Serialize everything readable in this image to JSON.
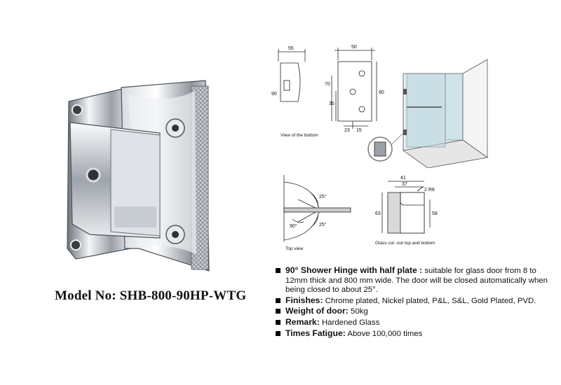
{
  "model": {
    "text": "Model No: SHB-800-90HP-WTG"
  },
  "dims": {
    "w55": "55",
    "w50": "50",
    "h90a": "90",
    "h70": "70",
    "h35": "35",
    "h90b": "90",
    "w23": "23",
    "w15": "15",
    "caption": "View of the bottom"
  },
  "topview": {
    "a25top": "25°",
    "a90": "90°",
    "a25bot": "25°",
    "caption": "Top view"
  },
  "cutout": {
    "w41": "41",
    "w37": "37",
    "r8": "2 R8",
    "h63": "63",
    "h58": "58",
    "caption": "Glass cut -out top and bottom"
  },
  "specs": [
    {
      "label": "90° Shower Hinge with half plate :",
      "text": "suitable for glass door from 8 to 12mm thick and  800 mm wide. The door will be closed automatically when being closed to about 25°."
    },
    {
      "label": "Finishes:",
      "text": "Chrome plated, Nickel plated, P&L, S&L, Gold Plated, PVD."
    },
    {
      "label": "Weight of door:",
      "text": "50kg"
    },
    {
      "label": "Remark:",
      "text": "Hardened Glass"
    },
    {
      "label": "Times Fatigue:",
      "text": "Above 100,000 times"
    }
  ],
  "colors": {
    "chrome_dark": "#3a3f46",
    "chrome_light": "#f2f4f6",
    "glass": "#b9d4dc"
  }
}
